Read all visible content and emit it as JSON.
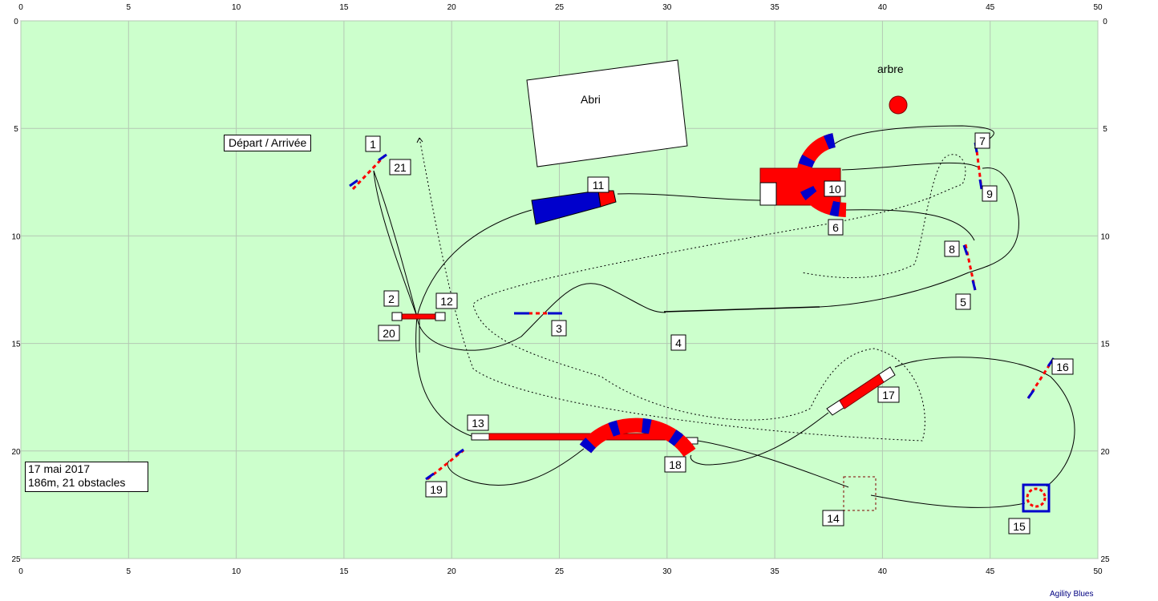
{
  "axes": {
    "x_ticks": [
      "0",
      "5",
      "10",
      "15",
      "20",
      "25",
      "30",
      "35",
      "40",
      "45",
      "50"
    ],
    "y_ticks": [
      "0",
      "5",
      "10",
      "15",
      "20",
      "25"
    ]
  },
  "colors": {
    "field": "#ccffcc",
    "grid": "#b4c8b4",
    "red": "#ff0000",
    "blue": "#0000cc",
    "path": "#000000"
  },
  "labels": {
    "start_finish": "Départ / Arrivée",
    "shelter": "Abri",
    "tree": "arbre"
  },
  "info": {
    "date": "17 mai 2017",
    "summary": "186m, 21 obstacles"
  },
  "credit": "Agility Blues",
  "obstacles": {
    "n1": "1",
    "n2": "2",
    "n3": "3",
    "n4": "4",
    "n5": "5",
    "n6": "6",
    "n7": "7",
    "n8": "8",
    "n9": "9",
    "n10": "10",
    "n11": "11",
    "n12": "12",
    "n13": "13",
    "n14": "14",
    "n15": "15",
    "n16": "16",
    "n17": "17",
    "n18": "18",
    "n19": "19",
    "n20": "20",
    "n21": "21"
  }
}
